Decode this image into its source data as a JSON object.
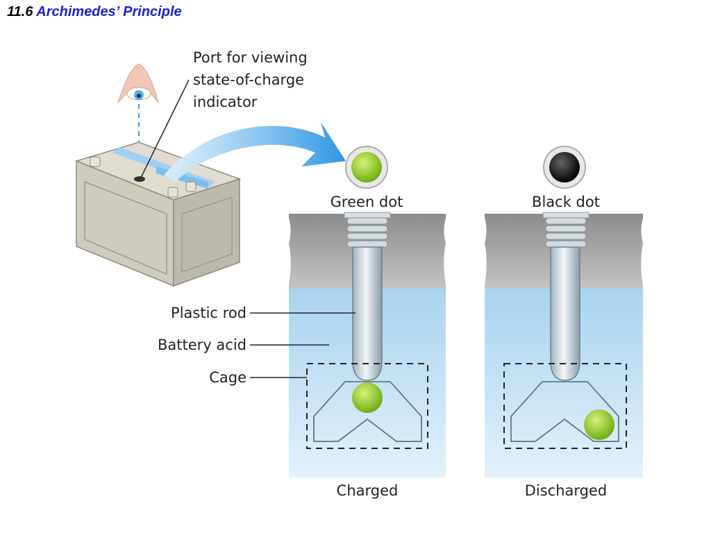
{
  "title": {
    "number": "11.6",
    "name": "Archimedes’ Principle"
  },
  "diagram": {
    "port_label": [
      "Port for viewing",
      "state-of-charge",
      "indicator"
    ],
    "indicators": [
      {
        "dot_label": "Green dot",
        "state_label": "Charged",
        "dot_color": "#8ac926"
      },
      {
        "dot_label": "Black dot",
        "state_label": "Discharged",
        "dot_color": "#111111"
      }
    ],
    "callouts": {
      "plastic_rod": "Plastic rod",
      "battery_acid": "Battery acid",
      "cage": "Cage"
    },
    "colors": {
      "acid": "#bcdcf2",
      "housing": "#9a9a9a",
      "ball": "#8ac926",
      "arrow": "#3ea0e6",
      "battery": "#cfccbd"
    }
  }
}
